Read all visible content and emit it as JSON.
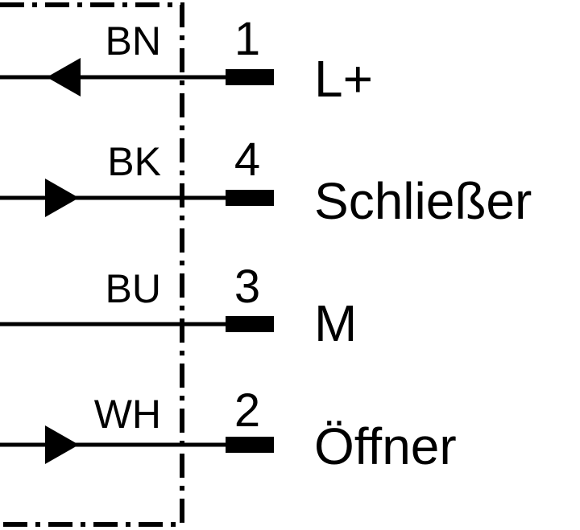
{
  "colors": {
    "line": "#000000",
    "background": "#ffffff"
  },
  "pins": [
    {
      "wire_code": "BN",
      "pin_number": "1",
      "function": "L+",
      "arrow": "left"
    },
    {
      "wire_code": "BK",
      "pin_number": "4",
      "function": "Schließer",
      "arrow": "right"
    },
    {
      "wire_code": "BU",
      "pin_number": "3",
      "function": "M",
      "arrow": "none"
    },
    {
      "wire_code": "WH",
      "pin_number": "2",
      "function": "Öffner",
      "arrow": "right"
    }
  ]
}
